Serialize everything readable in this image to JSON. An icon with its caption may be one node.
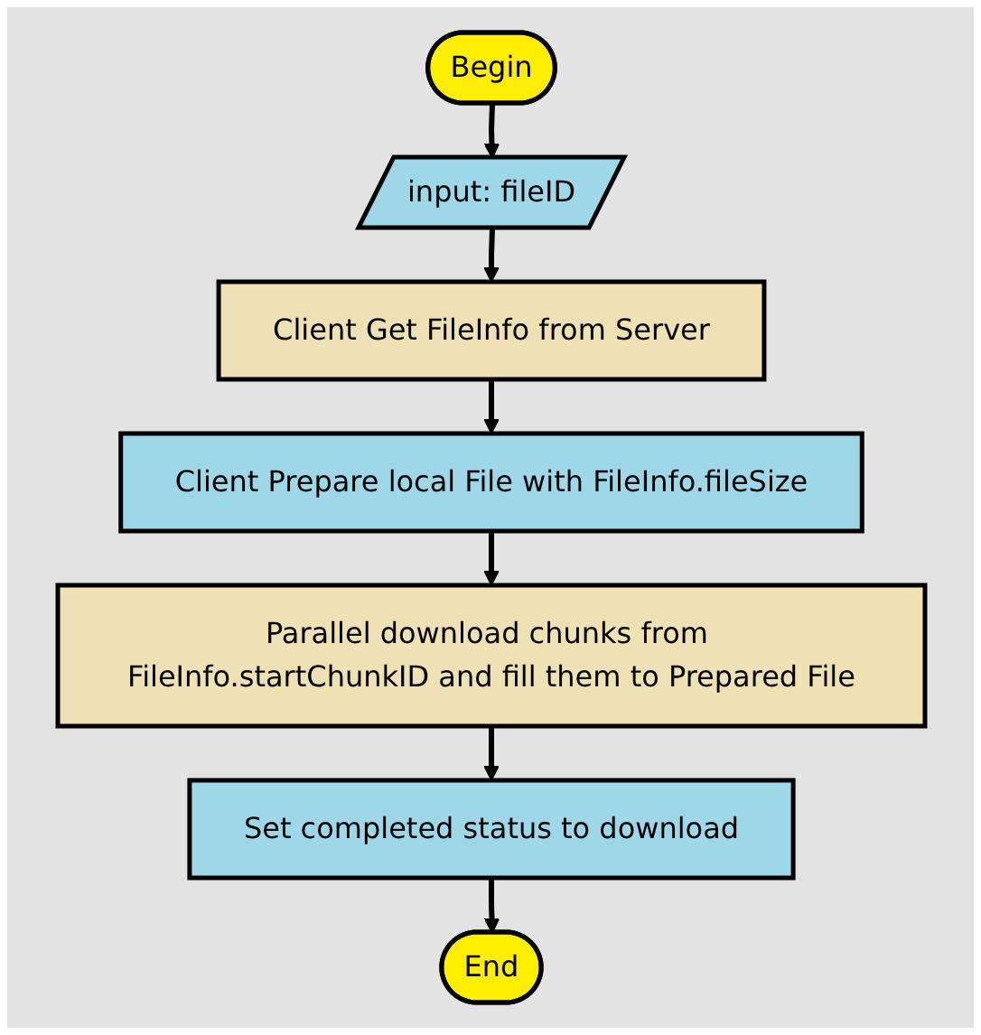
{
  "diagram": {
    "nodes": [
      {
        "text": [
          "Begin"
        ]
      },
      {
        "text": [
          "input: fileID"
        ]
      },
      {
        "text": [
          "Client Get FileInfo from Server"
        ]
      },
      {
        "text": [
          "Client Prepare local File with FileInfo.fileSize"
        ]
      },
      {
        "text": [
          "Parallel download chunks from FileInfo.startChunkID and fill them to Prepared File"
        ]
      },
      {
        "text": [
          "Set completed status to download"
        ]
      },
      {
        "text": [
          "End"
        ]
      }
    ],
    "edges": [
      {
        "from": 0,
        "to": 1,
        "arrow": "to"
      },
      {
        "from": 1,
        "to": 2,
        "arrow": "to"
      },
      {
        "from": 2,
        "to": 3,
        "arrow": "to"
      },
      {
        "from": 3,
        "to": 4,
        "arrow": "to"
      },
      {
        "from": 4,
        "to": 5,
        "arrow": "to"
      },
      {
        "from": 5,
        "to": 6,
        "arrow": "to"
      }
    ]
  }
}
